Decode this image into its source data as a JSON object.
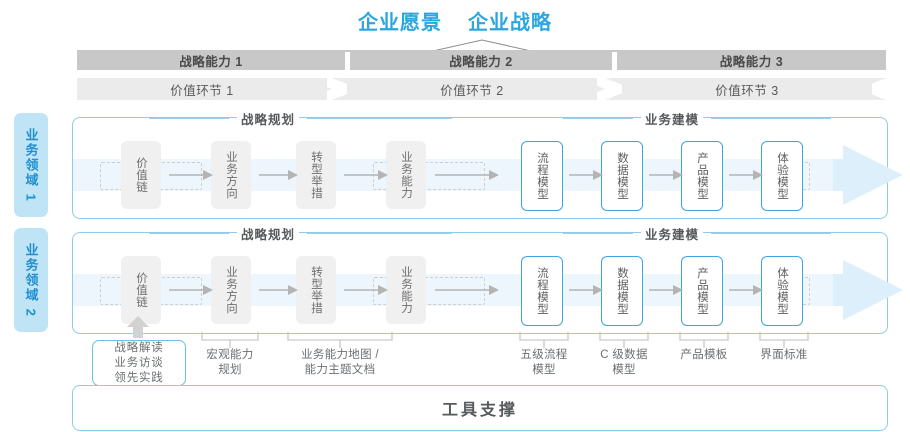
{
  "header": {
    "vision": "企业愿景",
    "strategy": "企业战略"
  },
  "capabilities": [
    {
      "label": "战略能力 1"
    },
    {
      "label": "战略能力 2"
    },
    {
      "label": "战略能力 3"
    }
  ],
  "value_chain": [
    {
      "label": "价值环节 1"
    },
    {
      "label": "价值环节 2"
    },
    {
      "label": "价值环节 3"
    }
  ],
  "domains": [
    {
      "tab_label": "业务领域 1",
      "sections": [
        {
          "caption": "战略规划"
        },
        {
          "caption": "业务建模"
        }
      ],
      "nodes": [
        {
          "label": "价值链",
          "style": "grey"
        },
        {
          "label": "业务方向",
          "style": "grey"
        },
        {
          "label": "转型举措",
          "style": "grey"
        },
        {
          "label": "业务能力",
          "style": "grey"
        },
        {
          "label": "流程模型",
          "style": "blue"
        },
        {
          "label": "数据模型",
          "style": "blue"
        },
        {
          "label": "产品模型",
          "style": "blue"
        },
        {
          "label": "体验模型",
          "style": "blue"
        }
      ]
    },
    {
      "tab_label": "业务领域 2",
      "sections": [
        {
          "caption": "战略规划"
        },
        {
          "caption": "业务建模"
        }
      ],
      "nodes": [
        {
          "label": "价值链",
          "style": "grey"
        },
        {
          "label": "业务方向",
          "style": "grey"
        },
        {
          "label": "转型举措",
          "style": "grey"
        },
        {
          "label": "业务能力",
          "style": "grey"
        },
        {
          "label": "流程模型",
          "style": "blue"
        },
        {
          "label": "数据模型",
          "style": "blue"
        },
        {
          "label": "产品模型",
          "style": "blue"
        },
        {
          "label": "体验模型",
          "style": "blue"
        }
      ]
    }
  ],
  "tools": {
    "highlight_box": [
      "战略解读",
      "业务访谈",
      "领先实践"
    ],
    "labels": [
      {
        "line1": "宏观能力",
        "line2": "规划"
      },
      {
        "line1": "业务能力地图 /",
        "line2": "能力主题文档"
      },
      {
        "line1": "五级流程",
        "line2": "模型"
      },
      {
        "line1": "C 级数据",
        "line2": "模型"
      },
      {
        "line1": "产品模板",
        "line2": ""
      },
      {
        "line1": "界面标准",
        "line2": ""
      }
    ],
    "footer": "工具支撑"
  },
  "colors": {
    "accent_blue": "#2ba6e0",
    "panel_border": "#8ecbe8",
    "band": "#e8f4fb",
    "cap_bar": "#c8c8c8",
    "vc_bar": "#ebebeb",
    "node_grey": "#f0f0f0",
    "node_blue_border": "#3fa5dc",
    "tab_bg": "#bee4f5"
  }
}
